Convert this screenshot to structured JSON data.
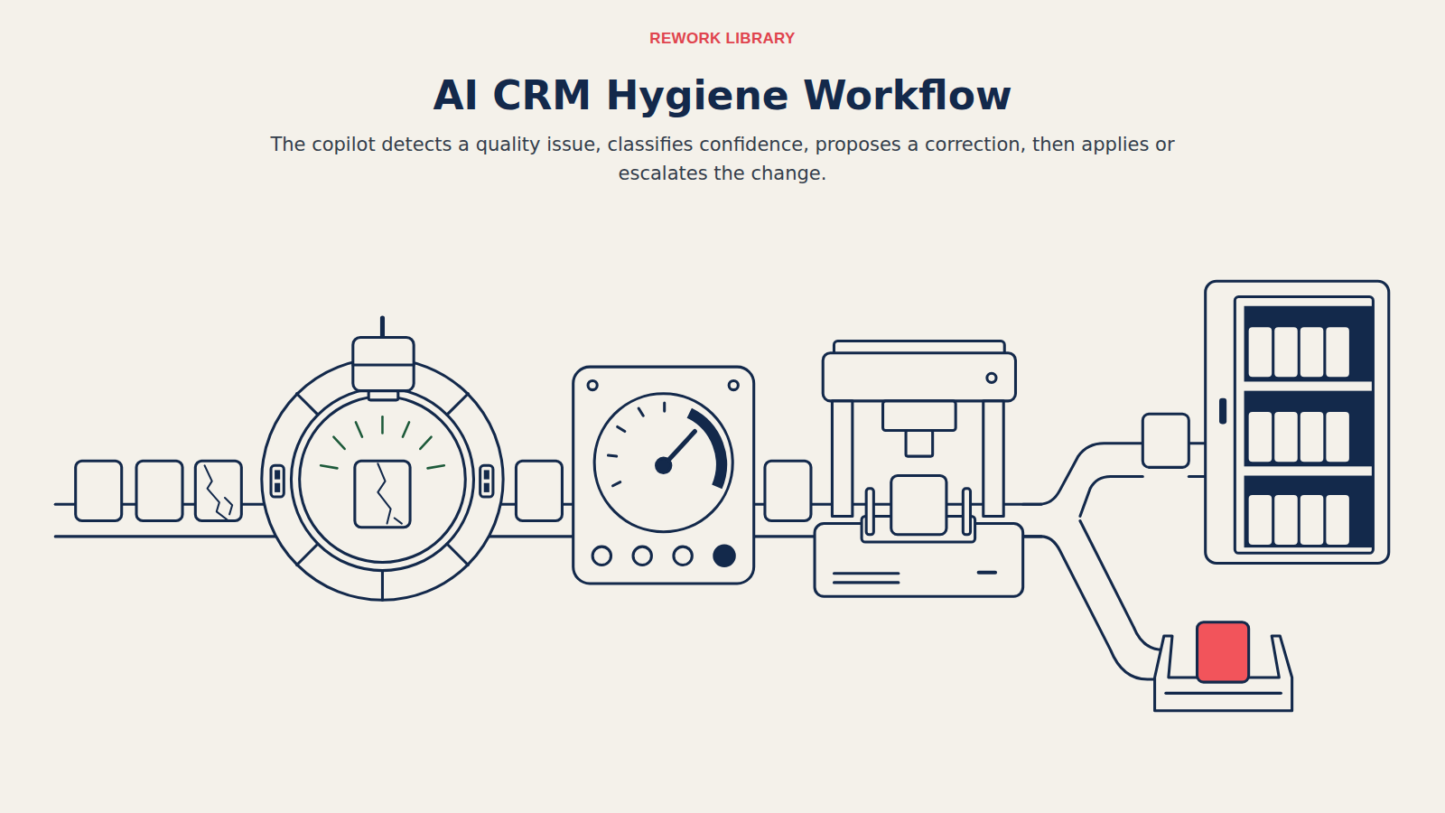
{
  "diagram": {
    "title": "AI CRM Hygiene Workflow",
    "caption": "The copilot detects a quality issue, classifies confidence, proposes a correction, then applies or escalates the change.",
    "labels": [
      "REWORK LIBRARY"
    ]
  }
}
